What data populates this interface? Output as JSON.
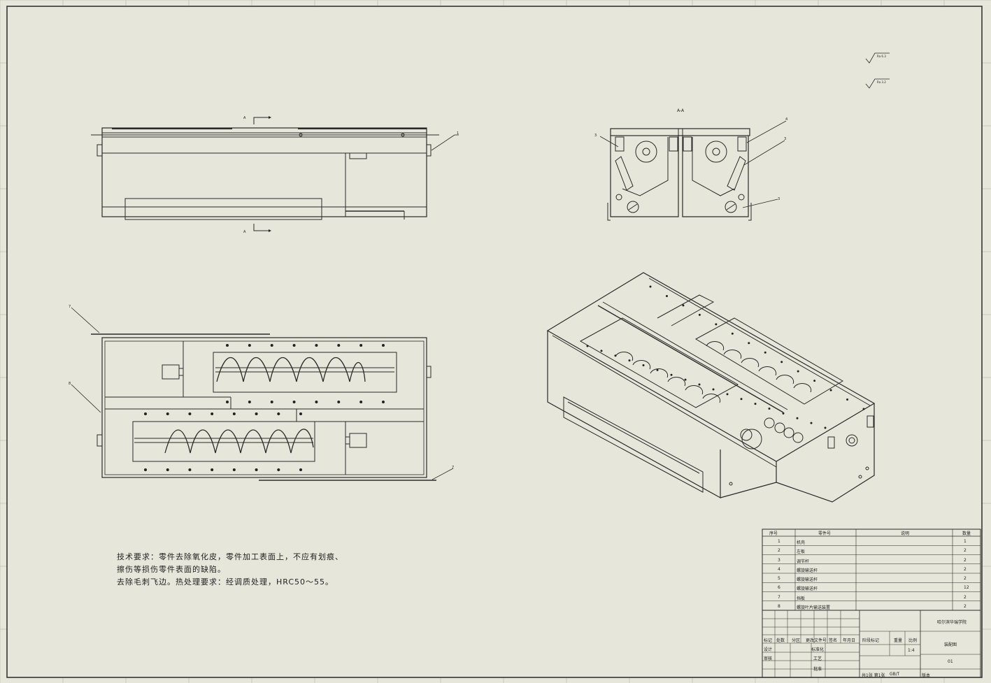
{
  "canvas": {
    "background": "#e6e6da",
    "frame_color": "#2a2a2a",
    "grid_color": "#c8c8bc"
  },
  "drawing": {
    "roughness": [
      "Ra 6.3",
      "Ra 3.2"
    ],
    "section_labels": {
      "top_arrow": "A",
      "bottom_arrow": "A",
      "section_view": "A-A"
    },
    "balloons": {
      "top_view": [
        "1"
      ],
      "section_view": [
        "4",
        "3",
        "3",
        "3"
      ],
      "plan_view": [
        "7",
        "8",
        "7"
      ]
    },
    "tech_requirements": [
      "技术要求：零件去除氧化皮，零件加工表面上，不应有划痕、",
      "擦伤等损伤零件表面的缺陷。",
      "去除毛刺飞边。热处理要求：经调质处理，HRC50～55。"
    ]
  },
  "bom": {
    "headers": [
      "序号",
      "零件号",
      "说明",
      "数量"
    ],
    "rows": [
      {
        "no": "1",
        "part": "机壳",
        "qty": "1"
      },
      {
        "no": "2",
        "part": "左板",
        "qty": "2"
      },
      {
        "no": "3",
        "part": "调节杆",
        "qty": "2"
      },
      {
        "no": "4",
        "part": "螺旋输送杆",
        "qty": "2"
      },
      {
        "no": "5",
        "part": "螺旋输送杆",
        "qty": "2"
      },
      {
        "no": "6",
        "part": "螺旋输送杆",
        "qty": "12"
      },
      {
        "no": "7",
        "part": "挡板",
        "qty": "2"
      },
      {
        "no": "8",
        "part": "螺旋叶片输送装置",
        "qty": "2"
      }
    ]
  },
  "title_block": {
    "header_cells": [
      "标记",
      "处数",
      "分区",
      "更改文件号",
      "签名",
      "年月日"
    ],
    "roles": [
      "设计",
      "标准化",
      "审核",
      "工艺",
      "批准"
    ],
    "extra": [
      "阶段标记",
      "重量",
      "比例"
    ],
    "scale": "1:4",
    "company": "哈尔滨华瑞学院",
    "drawing_name": "装配图",
    "drawing_no": "01",
    "sheet": "共1张 第1张",
    "standard": "GB/T",
    "version": "版本"
  }
}
